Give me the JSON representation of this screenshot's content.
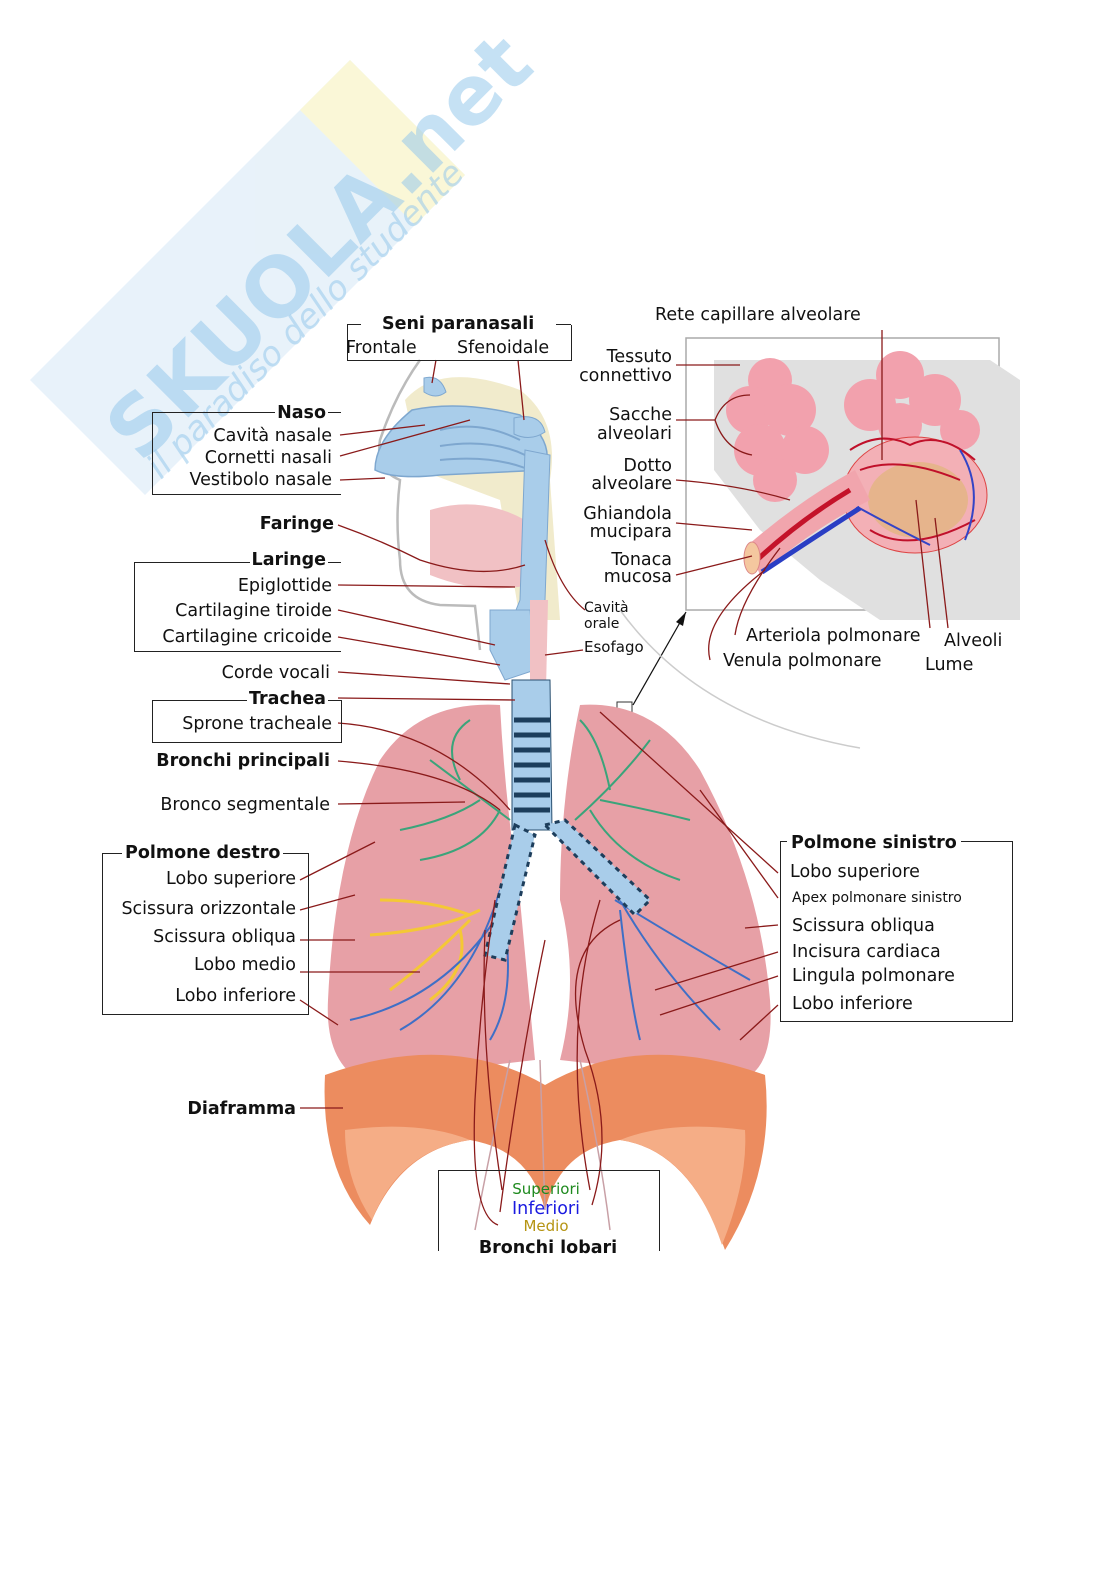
{
  "watermark": {
    "brand": "SKUOLA.net",
    "tagline": "il paradiso dello studente"
  },
  "labels": {
    "seni_paranasali": "Seni paranasali",
    "frontale": "Frontale",
    "sfenoidale": "Sfenoidale",
    "naso": "Naso",
    "cavita_nasale": "Cavità nasale",
    "cornetti_nasali": "Cornetti nasali",
    "vestibolo_nasale": "Vestibolo nasale",
    "faringe": "Faringe",
    "laringe": "Laringe",
    "epiglottide": "Epiglottide",
    "cartilagine_tiroide": "Cartilagine tiroide",
    "cartilagine_cricoide": "Cartilagine cricoide",
    "corde_vocali": "Corde vocali",
    "trachea": "Trachea",
    "sprone_tracheale": "Sprone tracheale",
    "bronchi_principali": "Bronchi principali",
    "bronco_segmentale": "Bronco segmentale",
    "polmone_destro": "Polmone destro",
    "dx_lobo_superiore": "Lobo superiore",
    "scissura_orizzontale": "Scissura orizzontale",
    "dx_scissura_obliqua": "Scissura obliqua",
    "lobo_medio": "Lobo medio",
    "dx_lobo_inferiore": "Lobo inferiore",
    "diaframma": "Diaframma",
    "cavita_orale_1": "Cavità",
    "cavita_orale_2": "orale",
    "esofago": "Esofago",
    "rete_capillare": "Rete capillare alveolare",
    "tessuto_1": "Tessuto",
    "tessuto_2": "connettivo",
    "sacche_1": "Sacche",
    "sacche_2": "alveolari",
    "dotto_1": "Dotto",
    "dotto_2": "alveolare",
    "ghiandola_1": "Ghiandola",
    "ghiandola_2": "mucipara",
    "tonaca_1": "Tonaca",
    "tonaca_2": "mucosa",
    "arteriola": "Arteriola polmonare",
    "venula": "Venula polmonare",
    "alveoli": "Alveoli",
    "lume": "Lume",
    "polmone_sinistro": "Polmone sinistro",
    "sx_lobo_superiore": "Lobo superiore",
    "apex": "Apex polmonare sinistro",
    "sx_scissura_obliqua": "Scissura obliqua",
    "incisura_cardiaca": "Incisura cardiaca",
    "lingula": "Lingula polmonare",
    "sx_lobo_inferiore": "Lobo inferiore",
    "superiori": "Superiori",
    "inferiori": "Inferiori",
    "medio": "Medio",
    "bronchi_lobari": "Bronchi lobari"
  },
  "colors": {
    "leader": "#8a1a1a",
    "lung": "#e79aa0",
    "airway": "#a9cdea",
    "diaphragm": "#e8855a",
    "superiori": "#1e8a1e",
    "inferiori": "#1a1ae0",
    "medio": "#b59412"
  }
}
